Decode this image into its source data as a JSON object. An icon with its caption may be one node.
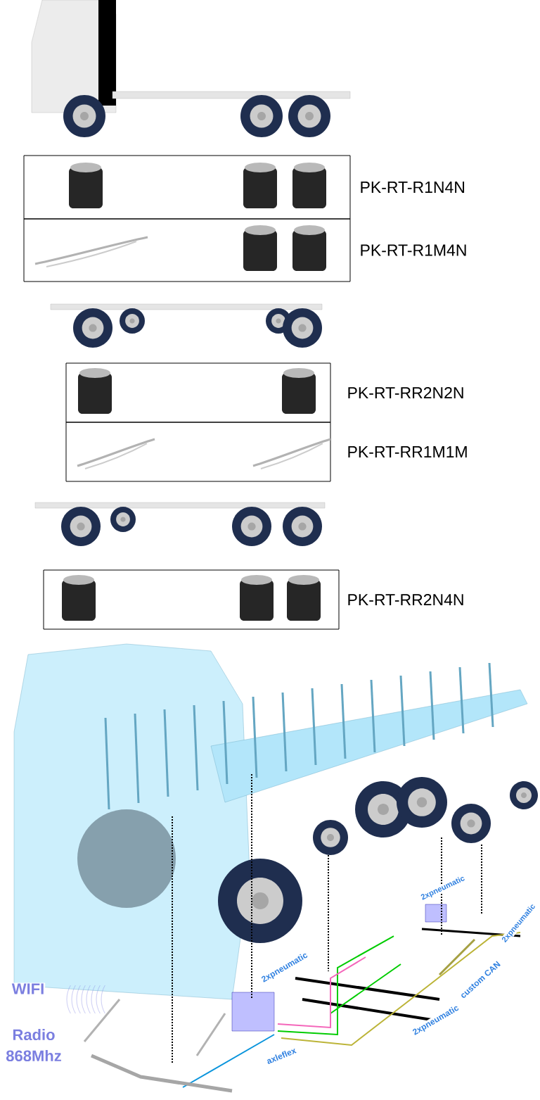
{
  "diagram": {
    "nodes": [
      {
        "text": [
          "PK-RT-R1N4N"
        ]
      },
      {
        "text": [
          "PK-RT-R1M4N"
        ]
      },
      {
        "text": [
          "PK-RT-RR2N2N"
        ]
      },
      {
        "text": [
          "PK-RT-RR1M1M"
        ]
      },
      {
        "text": [
          "PK-RT-RR2N4N"
        ]
      }
    ],
    "labels": [
      "2xpneumatic",
      "2xpneumatic",
      "WIFI",
      "2xpneumatic",
      "custom CAN",
      "Radio 868Mhz",
      "2xpneumatic",
      "axleflex"
    ]
  }
}
